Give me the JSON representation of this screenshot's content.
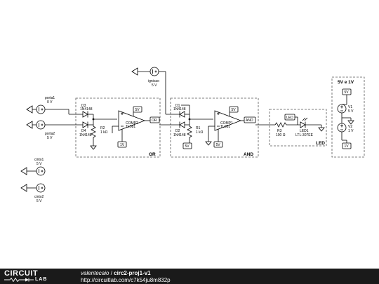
{
  "footer": {
    "author": "valentecaio",
    "separator": " / ",
    "project": "circ2-proj1-v1",
    "url": "http://circuitlab.com/c7k54ju8m832p",
    "logo_top": "CIRCUIT",
    "logo_bottom": "LAB"
  },
  "inputs": {
    "porta1": {
      "name": "porta1",
      "value": "0 V"
    },
    "porta2": {
      "name": "porta2",
      "value": "5 V"
    },
    "ignicao": {
      "name": "ignicao",
      "value": "5 V"
    },
    "cinto1": {
      "name": "cinto1",
      "value": "5 V"
    },
    "cinto2": {
      "name": "cinto2",
      "value": "5 V"
    }
  },
  "or_block": {
    "title": "OR",
    "d3": {
      "name": "D3",
      "part": "1N4148"
    },
    "d4": {
      "name": "D4",
      "part": "1N4148"
    },
    "r2": {
      "name": "R2",
      "value": "1 kΩ"
    },
    "comp": {
      "name": "COMP2",
      "part": "TL081"
    },
    "vplus": "5V",
    "vminus": "1V",
    "out_tag": "OR"
  },
  "and_block": {
    "title": "AND",
    "d1": {
      "name": "D1",
      "part": "1N4148"
    },
    "d2": {
      "name": "D2",
      "part": "1N4148"
    },
    "r1": {
      "name": "R1",
      "value": "1 kΩ"
    },
    "comp": {
      "name": "COMP1",
      "part": "TL081"
    },
    "vplus": "5V",
    "vminus": "5V",
    "in_tag": "5V",
    "out_tag": "AND"
  },
  "led_block": {
    "title": "LED",
    "r3": {
      "name": "R3",
      "value": "100 Ω"
    },
    "led1": {
      "name": "LED1",
      "part": "LTL-307EE"
    },
    "tag": "LED"
  },
  "supply_block": {
    "title": "5V e 1V",
    "v1": {
      "name": "V1",
      "value": "5 V"
    },
    "v2": {
      "name": "V2",
      "value": "1 V"
    },
    "tag_top": "5V",
    "tag_bottom": "1V"
  },
  "colors": {
    "footer_bg": "#1a1a1a",
    "wire": "#000000",
    "box": "#555555"
  }
}
